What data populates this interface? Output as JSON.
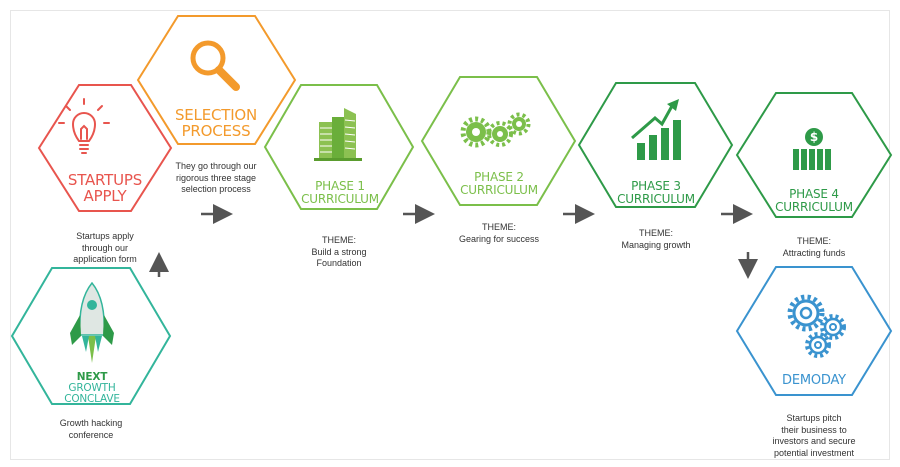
{
  "colors": {
    "red": "#e8554e",
    "orange": "#f39a2c",
    "green": "#7bbf4a",
    "green_dark": "#2e9a48",
    "teal": "#33b59b",
    "blue": "#3a93cf",
    "arrow": "#555555"
  },
  "stages": [
    {
      "id": "startups-apply",
      "icon": "lightbulb-icon",
      "title": [
        "STARTUPS",
        "APPLY"
      ],
      "description": [
        "Startups apply",
        "through our",
        "application form"
      ]
    },
    {
      "id": "selection-process",
      "icon": "magnifier-icon",
      "title": [
        "SELECTION",
        "PROCESS"
      ],
      "description": [
        "They go through our",
        "rigorous three stage",
        "selection process"
      ]
    },
    {
      "id": "phase1",
      "icon": "buildings-icon",
      "title": [
        "PHASE 1",
        "CURRICULUM"
      ],
      "theme_label": "THEME:",
      "description": [
        "Build a strong",
        "Foundation"
      ]
    },
    {
      "id": "phase2",
      "icon": "gears-icon",
      "title": [
        "PHASE 2",
        "CURRICULUM"
      ],
      "theme_label": "THEME:",
      "description": [
        "Gearing for success"
      ]
    },
    {
      "id": "phase3",
      "icon": "growth-chart-icon",
      "title": [
        "PHASE 3",
        "CURRICULUM"
      ],
      "theme_label": "THEME:",
      "description": [
        "Managing growth"
      ]
    },
    {
      "id": "phase4",
      "icon": "money-bars-icon",
      "title": [
        "PHASE 4",
        "CURRICULUM"
      ],
      "theme_label": "THEME:",
      "description": [
        "Attracting funds"
      ]
    },
    {
      "id": "demoday",
      "icon": "cogs-icon",
      "title": [
        "DEMODAY"
      ],
      "description": [
        "Startups pitch",
        "their business to",
        "investors and secure",
        "potential investment"
      ]
    },
    {
      "id": "next-growth-conclave",
      "icon": "rocket-icon",
      "title": [
        "NEXT",
        "GROWTH",
        "CONCLAVE"
      ],
      "description": [
        "Growth hacking",
        "conference"
      ]
    }
  ]
}
